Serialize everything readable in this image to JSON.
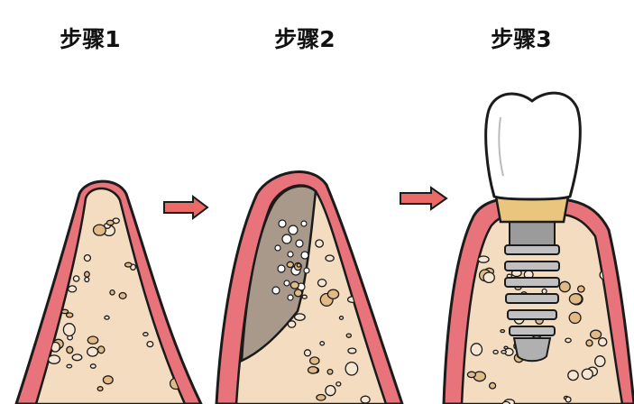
{
  "steps": [
    {
      "label": "步骤1"
    },
    {
      "label": "步骤2"
    },
    {
      "label": "步骤3"
    }
  ],
  "colors": {
    "gum": "#e8737a",
    "bone": "#f3dcc0",
    "bone_speckle": "#e2ba86",
    "graft": "#a8998a",
    "arrow": "#ec6a66",
    "crown": "#ffffff",
    "abutment": "#e9c57d",
    "implant": "#b8b8b8",
    "outline": "#1b1b1b"
  },
  "icons": [
    "right-arrow-icon",
    "right-arrow-icon"
  ]
}
